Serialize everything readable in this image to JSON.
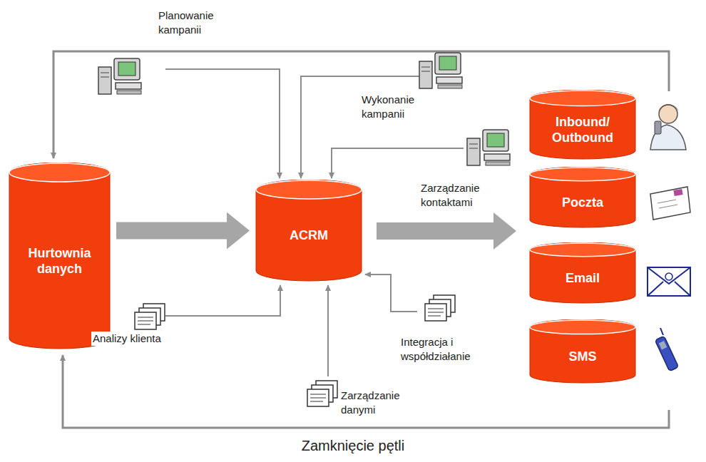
{
  "diagram": {
    "caption": "Zamknięcie pętli",
    "nodes": [
      {
        "text": [
          "Hurtownia danych"
        ]
      },
      {
        "text": [
          "ACRM"
        ]
      },
      {
        "text": [
          "Inbound/ Outbound"
        ]
      },
      {
        "text": [
          "Poczta"
        ]
      },
      {
        "text": [
          "Email"
        ]
      },
      {
        "text": [
          "SMS"
        ]
      }
    ],
    "edges": [
      {
        "from": 0,
        "to": 1,
        "arrow": "to"
      }
    ],
    "labels": [
      "Planowanie kampanii",
      "Wykonanie kampanii",
      "Zarządzanie kontaktami",
      "Analizy klienta",
      "Integracja i współdziałanie",
      "Zarządzanie danymi"
    ]
  }
}
